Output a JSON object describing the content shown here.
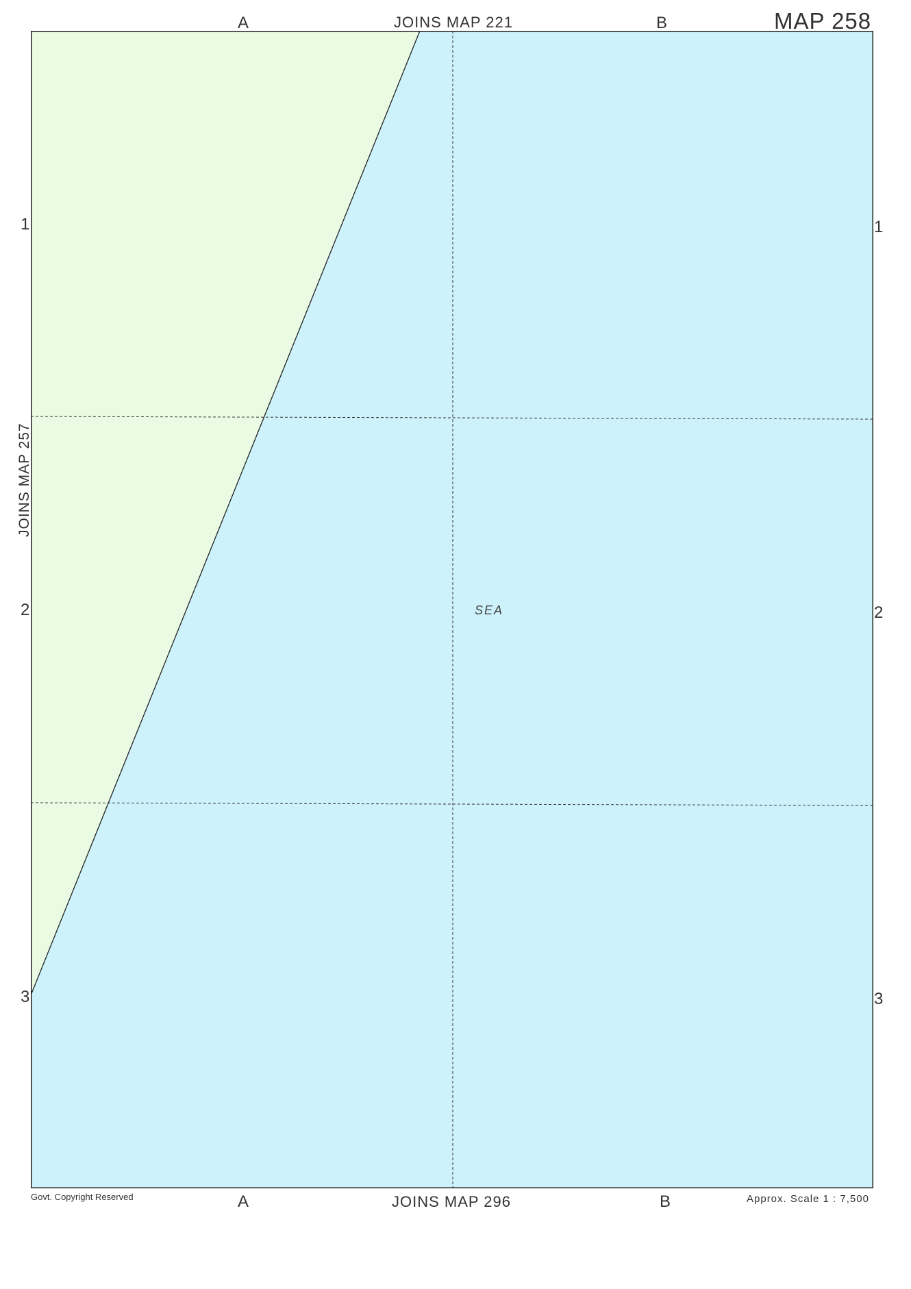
{
  "map": {
    "title": "MAP 258",
    "columns": [
      "A",
      "B"
    ],
    "rows": [
      "1",
      "2",
      "3"
    ],
    "joins": {
      "top": "JOINS MAP 221",
      "bottom": "JOINS MAP 296",
      "left": "JOINS MAP 257"
    },
    "sea_label": "SEA",
    "copyright": "Govt. Copyright Reserved",
    "scale": "Approx. Scale 1 : 7,500",
    "colors": {
      "land": "#eafbe3",
      "sea": "#cdf2fb",
      "grid": "#333333",
      "border": "#222222"
    }
  }
}
